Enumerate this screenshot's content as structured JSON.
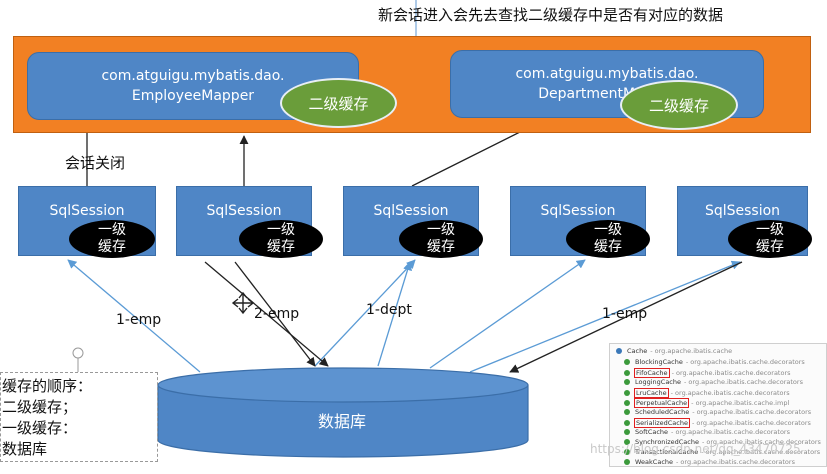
{
  "top_note": "新会话进入会先去查找二级缓存中是否有对应的数据",
  "mappers": [
    {
      "line1": "com.atguigu.mybatis.dao.",
      "line2": "EmployeeMapper",
      "cache": "二级缓存"
    },
    {
      "line1": "com.atguigu.mybatis.dao.",
      "line2": "DepartmentMapper",
      "cache": "二级缓存"
    }
  ],
  "session_close_label": "会话关闭",
  "sessions": [
    {
      "label": "SqlSession",
      "cache_line1": "一级",
      "cache_line2": "缓存"
    },
    {
      "label": "SqlSession",
      "cache_line1": "一级",
      "cache_line2": "缓存"
    },
    {
      "label": "SqlSession",
      "cache_line1": "一级",
      "cache_line2": "缓存"
    },
    {
      "label": "SqlSession",
      "cache_line1": "一级",
      "cache_line2": "缓存"
    },
    {
      "label": "SqlSession",
      "cache_line1": "一级",
      "cache_line2": "缓存"
    }
  ],
  "edge_labels": [
    "1-emp",
    "2-emp",
    "1-dept",
    "1-emp"
  ],
  "database_label": "数据库",
  "cache_order": [
    "缓存的顺序：",
    "二级缓存；",
    "一级缓存：",
    "数据库"
  ],
  "class_panel": {
    "header": "Cache",
    "header_pkg": "- org.apache.ibatis.cache",
    "rows": [
      {
        "name": "BlockingCache",
        "pkg": "- org.apache.ibatis.cache.decorators",
        "highlight": false
      },
      {
        "name": "FifoCache",
        "pkg": "- org.apache.ibatis.cache.decorators",
        "highlight": true
      },
      {
        "name": "LoggingCache",
        "pkg": "- org.apache.ibatis.cache.decorators",
        "highlight": false
      },
      {
        "name": "LruCache",
        "pkg": "- org.apache.ibatis.cache.decorators",
        "highlight": true
      },
      {
        "name": "PerpetualCache",
        "pkg": "- org.apache.ibatis.cache.impl",
        "highlight": true
      },
      {
        "name": "ScheduledCache",
        "pkg": "- org.apache.ibatis.cache.decorators",
        "highlight": false
      },
      {
        "name": "SerializedCache",
        "pkg": "- org.apache.ibatis.cache.decorators",
        "highlight": true
      },
      {
        "name": "SoftCache",
        "pkg": "- org.apache.ibatis.cache.decorators",
        "highlight": false
      },
      {
        "name": "SynchronizedCache",
        "pkg": "- org.apache.ibatis.cache.decorators",
        "highlight": false
      },
      {
        "name": "TransactionalCache",
        "pkg": "- org.apache.ibatis.cache.decorators",
        "highlight": false
      },
      {
        "name": "WeakCache",
        "pkg": "- org.apache.ibatis.cache.decorators",
        "highlight": false
      }
    ]
  },
  "watermark": "https://blog.csdn.net/qq_43470725"
}
